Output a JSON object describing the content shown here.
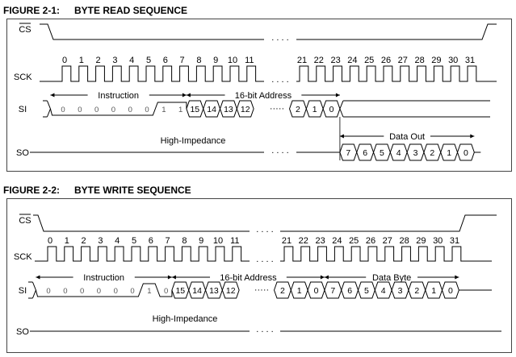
{
  "figures": [
    {
      "number": "FIGURE 2-1:",
      "title": "BYTE READ SEQUENCE",
      "signals": {
        "cs": "CS",
        "sck": "SCK",
        "si": "SI",
        "so": "SO"
      },
      "clock_numbers_left": [
        "0",
        "1",
        "2",
        "3",
        "4",
        "5",
        "6",
        "7",
        "8",
        "9",
        "10",
        "11"
      ],
      "clock_numbers_right": [
        "21",
        "22",
        "23",
        "24",
        "25",
        "26",
        "27",
        "28",
        "29",
        "30",
        "31"
      ],
      "ellipsis_gap": ". . . .",
      "ellipsis_dots": "·····",
      "instruction_label": "Instruction",
      "instruction_bits": [
        "0",
        "0",
        "0",
        "0",
        "0",
        "0",
        "1",
        "1"
      ],
      "address_label": "16-bit Address",
      "address_bits_high": [
        "15",
        "14",
        "13",
        "12"
      ],
      "address_bits_low": [
        "2",
        "1",
        "0"
      ],
      "high_impedance": "High-Impedance",
      "data_label": "Data Out",
      "data_bits": [
        "7",
        "6",
        "5",
        "4",
        "3",
        "2",
        "1",
        "0"
      ]
    },
    {
      "number": "FIGURE 2-2:",
      "title": "BYTE WRITE SEQUENCE",
      "signals": {
        "cs": "CS",
        "sck": "SCK",
        "si": "SI",
        "so": "SO"
      },
      "clock_numbers_left": [
        "0",
        "1",
        "2",
        "3",
        "4",
        "5",
        "6",
        "7",
        "8",
        "9",
        "10",
        "11"
      ],
      "clock_numbers_right": [
        "21",
        "22",
        "23",
        "24",
        "25",
        "26",
        "27",
        "28",
        "29",
        "30",
        "31"
      ],
      "ellipsis_gap": ". . . .",
      "ellipsis_dots": "·····",
      "instruction_label": "Instruction",
      "instruction_bits": [
        "0",
        "0",
        "0",
        "0",
        "0",
        "0",
        "1",
        "0"
      ],
      "address_label": "16-bit Address",
      "address_bits_high": [
        "15",
        "14",
        "13",
        "12"
      ],
      "address_bits_low": [
        "2",
        "1",
        "0"
      ],
      "high_impedance": "High-Impedance",
      "data_label": "Data Byte",
      "data_bits": [
        "7",
        "6",
        "5",
        "4",
        "3",
        "2",
        "1",
        "0"
      ]
    }
  ]
}
